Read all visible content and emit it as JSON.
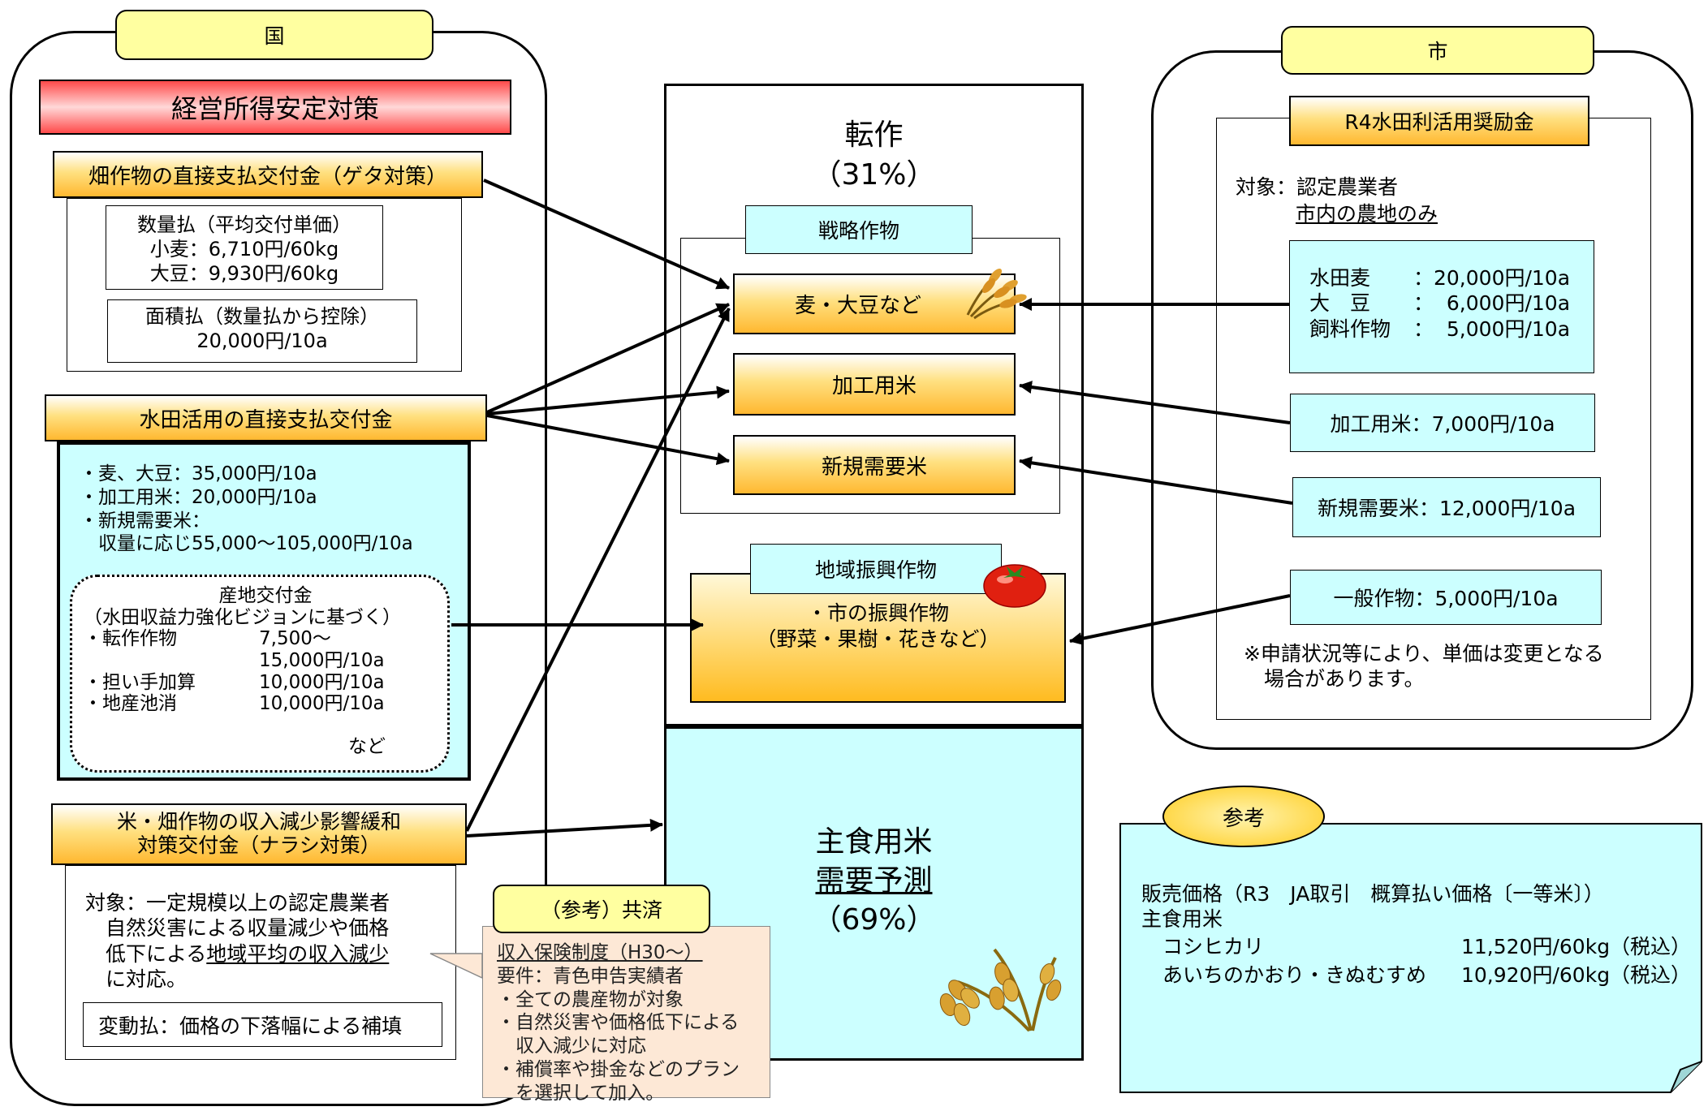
{
  "kuni": {
    "tab": "国",
    "header": "経営所得安定対策",
    "geta": {
      "title": "畑作物の直接支払交付金（ゲタ対策）",
      "suryo": [
        "数量払（平均交付単価）",
        "小麦：6,710円/60kg",
        "大豆：9,930円/60kg"
      ],
      "menseki": [
        "面積払（数量払から控除）",
        "20,000円/10a"
      ]
    },
    "suiden": {
      "title": "水田活用の直接支払交付金",
      "lines": [
        "・麦、大豆：35,000円/10a",
        "・加工用米：20,000円/10a",
        "・新規需要米：",
        "　収量に応じ55,000～105,000円/10a"
      ],
      "sanchi": {
        "title": "産地交付金",
        "sub": "（水田収益力強化ビジョンに基づく）",
        "rows": [
          {
            "label": "・転作作物",
            "value": "7,500～"
          },
          {
            "label": "",
            "value": "15,000円/10a"
          },
          {
            "label": "・担い手加算",
            "value": "10,000円/10a"
          },
          {
            "label": "・地産池消",
            "value": "10,000円/10a"
          }
        ],
        "etc": "など"
      }
    },
    "narashi": {
      "title": [
        "米・畑作物の収入減少影響緩和",
        "対策交付金（ナラシ対策）"
      ],
      "target": [
        "対象：一定規模以上の認定農業者",
        "　自然災害による収量減少や価格",
        "　低下による",
        "地域平均の収入減少",
        "　に対応。"
      ],
      "hendo": "変動払：価格の下落幅による補填"
    }
  },
  "center": {
    "tensaku": {
      "title": "転作",
      "pct": "（31%）"
    },
    "senryaku": "戦略作物",
    "mugi": "麦・大豆など",
    "kakou": "加工用米",
    "shinki": "新規需要米",
    "chiiki": "地域振興作物",
    "shinko": [
      "・市の振興作物",
      "（野菜・果樹・花きなど）"
    ],
    "shushoku": {
      "title": "主食用米",
      "sub": "需要予測",
      "pct": "（69%）"
    }
  },
  "kyosai": {
    "tab": "（参考）共済",
    "lines": [
      "収入保険制度（H30～）",
      "要件：青色申告実績者",
      "・全ての農産物が対象",
      "・自然災害や価格低下による",
      "　収入減少に対応",
      "・補償率や掛金などのプラン",
      "　を選択して加入。"
    ]
  },
  "shi": {
    "tab": "市",
    "header": "R4水田利活用奨励金",
    "target1": "対象：認定農業者",
    "target2": "市内の農地のみ",
    "main_rows": [
      {
        "label": "水田麦",
        "value": "：20,000円/10a"
      },
      {
        "label": "大　豆",
        "value": "：  6,000円/10a"
      },
      {
        "label": "飼料作物",
        "value": "：  5,000円/10a"
      }
    ],
    "kakou": "加工用米：7,000円/10a",
    "shinki": "新規需要米：12,000円/10a",
    "ippan": "一般作物：5,000円/10a",
    "note": [
      "※申請状況等により、単価は変更となる",
      "　場合があります。"
    ]
  },
  "sanko": {
    "tab": "参考",
    "line1": "販売価格（R3　JA取引　概算払い価格〔一等米〕）",
    "line2": "主食用米",
    "rows": [
      {
        "name": "コシヒカリ",
        "price": "11,520円/60kg（税込）"
      },
      {
        "name": "あいちのかおり・きぬむすめ",
        "price": "10,920円/60kg（税込）"
      }
    ]
  }
}
